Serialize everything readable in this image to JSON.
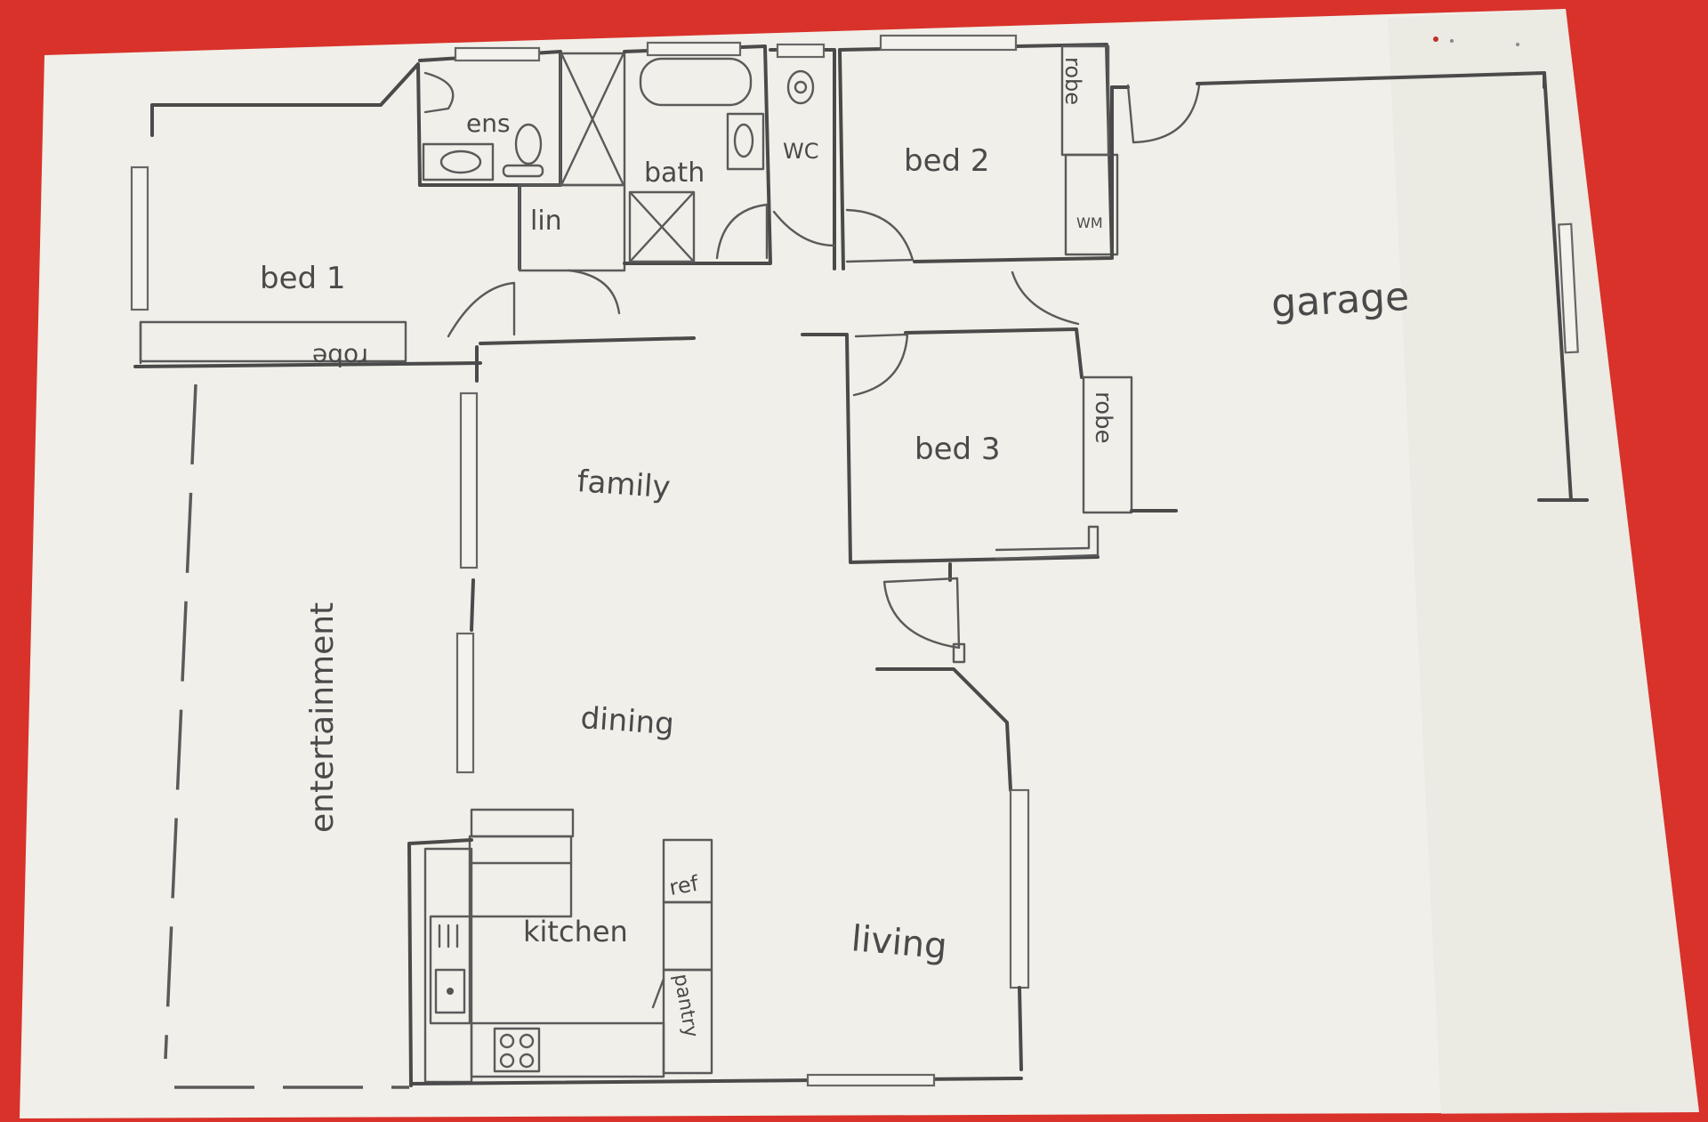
{
  "labels": {
    "ens": "ens",
    "bath": "bath",
    "wc": "WC",
    "bed2": "bed 2",
    "robe_bed2": "robe",
    "wm": "WM",
    "lin": "lin",
    "bed1": "bed 1",
    "robe_bed1": "robe",
    "garage": "garage",
    "family": "family",
    "bed3": "bed 3",
    "robe_bed3": "robe",
    "entertainment": "entertainment",
    "dining": "dining",
    "ref": "ref",
    "kitchen": "kitchen",
    "living": "living",
    "pantry": "pantry"
  },
  "colors": {
    "background": "#d8322a",
    "paper": "#f1efe9",
    "ink": "#4a4a4a"
  }
}
